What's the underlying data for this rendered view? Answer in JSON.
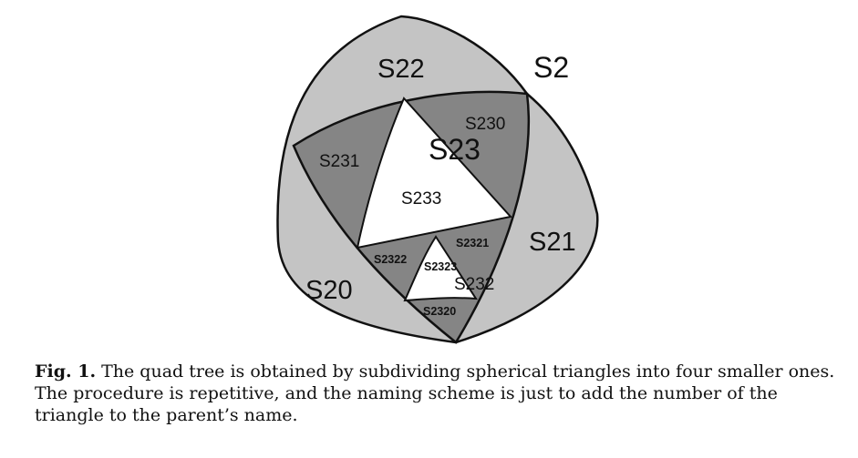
{
  "diagram": {
    "labels": {
      "s2": "S2",
      "s20": "S20",
      "s21": "S21",
      "s22": "S22",
      "s23": "S23",
      "s230": "S230",
      "s231": "S231",
      "s232": "S232",
      "s233": "S233",
      "s2320": "S2320",
      "s2321": "S2321",
      "s2322": "S2322",
      "s2323": "S2323"
    },
    "colors": {
      "light_gray": "#c4c4c4",
      "dark_gray": "#858585",
      "white": "#ffffff",
      "stroke": "#111111"
    }
  },
  "caption": {
    "label": "Fig. 1.",
    "text": " The quad tree is obtained by subdividing spherical triangles into four smaller ones. The procedure is repetitive, and the naming scheme is just to add the number of the triangle to the parent’s name."
  }
}
